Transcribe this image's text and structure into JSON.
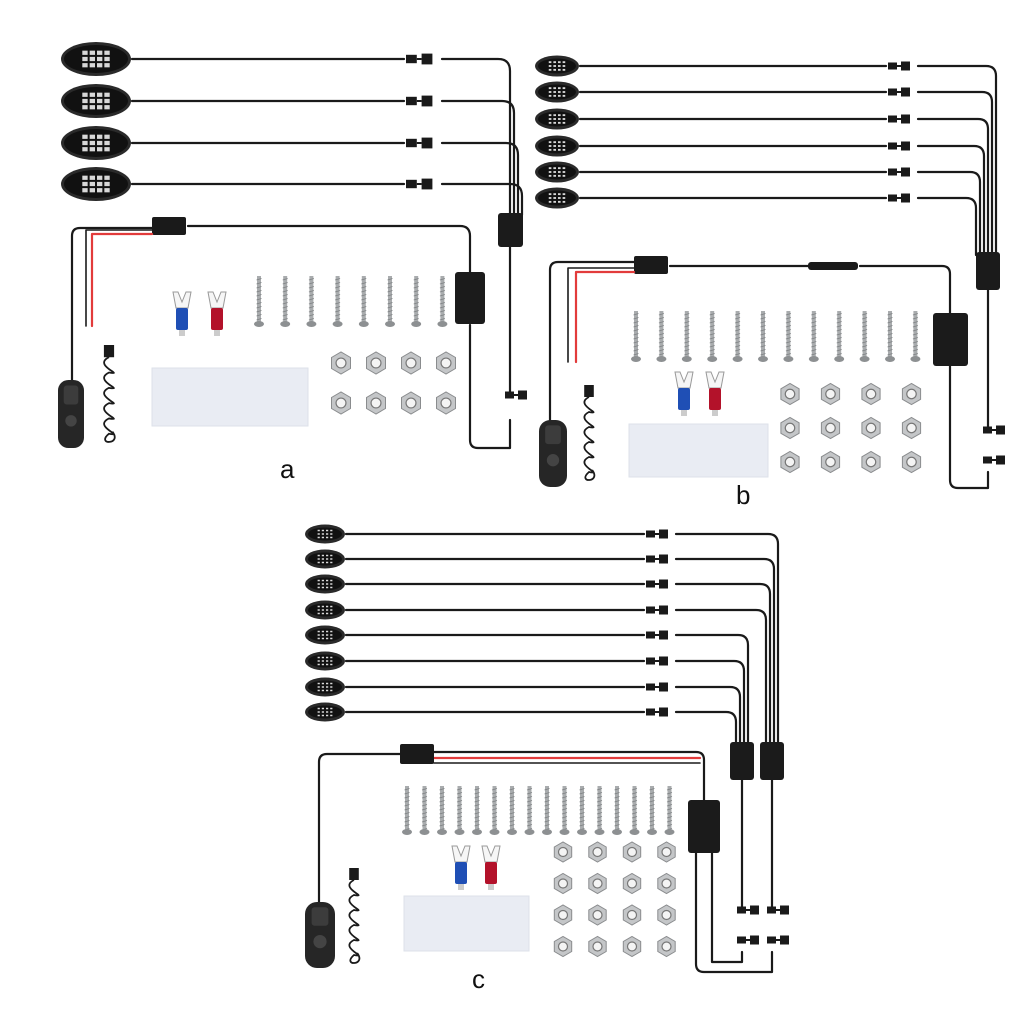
{
  "colors": {
    "cable": "#1a1a1a",
    "red_wire": "#e23b3b",
    "blue_terminal": "#1f4fb5",
    "red_terminal": "#b3122a",
    "screw": "#a9acae",
    "nut": "#c4c6c8",
    "box": "#1b1b1b",
    "pad": "#e9ecf3",
    "led": "#d8d8d8"
  },
  "panels": [
    {
      "label": "a",
      "pods": 4,
      "screws": 8,
      "nuts": 8,
      "icons": [
        "led-pod-icon",
        "control-box-icon",
        "switch-icon",
        "screw-icon",
        "nut-icon",
        "terminal-icon",
        "adhesive-pad-icon"
      ]
    },
    {
      "label": "b",
      "pods": 6,
      "screws": 12,
      "nuts": 12,
      "icons": [
        "led-pod-icon",
        "control-box-icon",
        "switch-icon",
        "screw-icon",
        "nut-icon",
        "terminal-icon",
        "adhesive-pad-icon"
      ]
    },
    {
      "label": "c",
      "pods": 8,
      "screws": 16,
      "nuts": 16,
      "icons": [
        "led-pod-icon",
        "control-box-icon",
        "switch-icon",
        "screw-icon",
        "nut-icon",
        "terminal-icon",
        "adhesive-pad-icon"
      ]
    }
  ]
}
